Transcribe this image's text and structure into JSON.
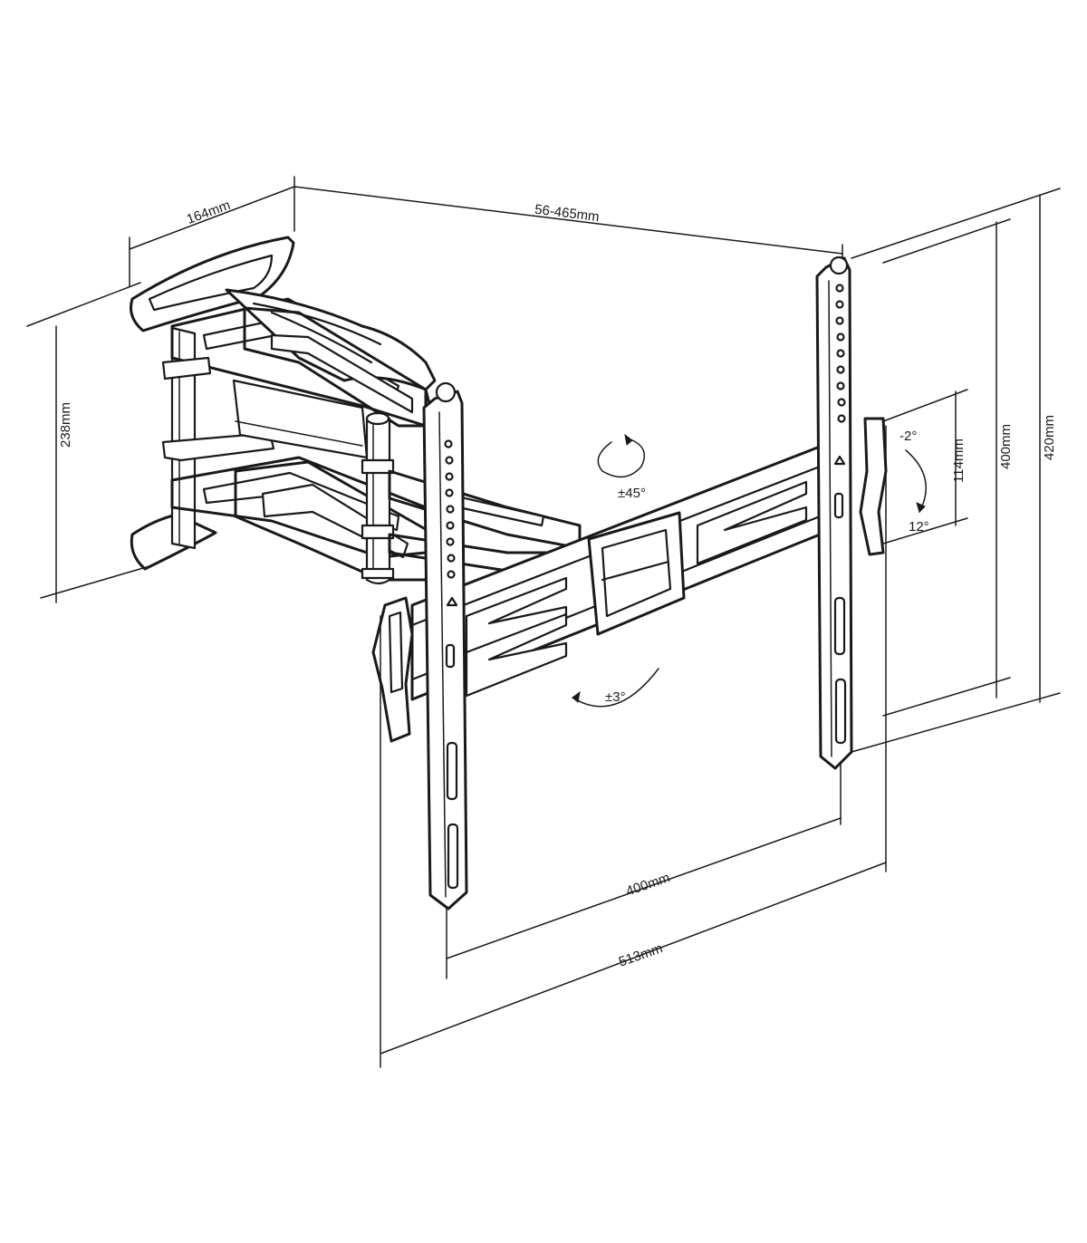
{
  "dimensions": {
    "arm_depth": "164mm",
    "extension": "56-465mm",
    "plate_height": "238mm",
    "vesa_horizontal": "400mm",
    "overall_width": "513mm",
    "vesa_vertical": "400mm",
    "overall_height": "420mm",
    "tilt_range_height": "114mm"
  },
  "angles": {
    "swivel": "±45°",
    "level": "±3°",
    "tilt_up": "-2°",
    "tilt_down": "12°"
  },
  "colors": {
    "line": "#1a1a1a",
    "background": "#ffffff"
  }
}
